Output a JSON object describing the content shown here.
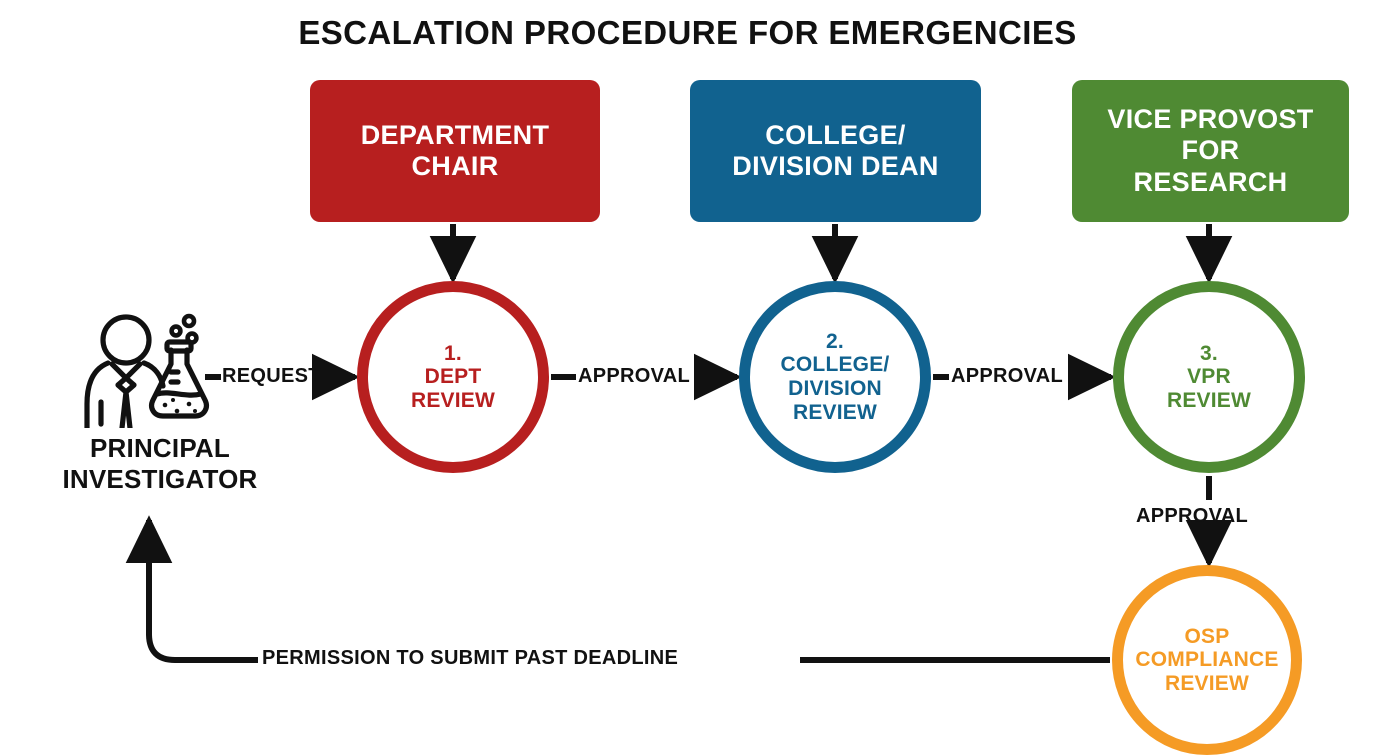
{
  "diagram": {
    "title": "ESCALATION PROCEDURE FOR EMERGENCIES",
    "colors": {
      "red": "#B71F1F",
      "blue": "#11628F",
      "green": "#4F8A33",
      "orange": "#F59B25",
      "black": "#111111",
      "background": "#FFFFFF"
    },
    "actor": {
      "icon": "scientist-with-flask-icon",
      "label_line1": "PRINCIPAL",
      "label_line2": "INVESTIGATOR"
    },
    "role_boxes": [
      {
        "id": "department-chair",
        "line1": "DEPARTMENT",
        "line2": "CHAIR",
        "line3": "",
        "color": "#B71F1F"
      },
      {
        "id": "college-division-dean",
        "line1": "COLLEGE/",
        "line2": "DIVISION DEAN",
        "line3": "",
        "color": "#11628F"
      },
      {
        "id": "vice-provost-for-research",
        "line1": "VICE PROVOST",
        "line2": "FOR",
        "line3": "RESEARCH",
        "color": "#4F8A33"
      }
    ],
    "review_circles": [
      {
        "id": "dept-review",
        "step": "1.",
        "line1": "DEPT",
        "line2": "REVIEW",
        "line3": "",
        "color": "#B71F1F"
      },
      {
        "id": "college-division-review",
        "step": "2.",
        "line1": "COLLEGE/",
        "line2": "DIVISION",
        "line3": "REVIEW",
        "color": "#11628F"
      },
      {
        "id": "vpr-review",
        "step": "3.",
        "line1": "VPR",
        "line2": "REVIEW",
        "line3": "",
        "color": "#4F8A33"
      },
      {
        "id": "osp-compliance-review",
        "step": "",
        "line1": "OSP",
        "line2": "COMPLIANCE",
        "line3": "REVIEW",
        "color": "#F59B25"
      }
    ],
    "connector_labels": {
      "request": "REQUEST",
      "approval_1": "APPROVAL",
      "approval_2": "APPROVAL",
      "approval_3": "APPROVAL",
      "return_path": "PERMISSION TO SUBMIT PAST DEADLINE"
    }
  }
}
